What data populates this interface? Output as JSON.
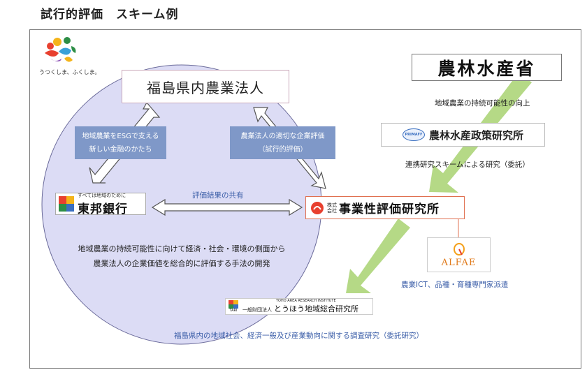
{
  "page": {
    "title": "試行的評価　スキーム例"
  },
  "logo": {
    "tagline": "うつくしま、ふくしま。"
  },
  "nodes": {
    "farm_corp": "福島県内農業法人",
    "maff": "農林水産省",
    "primaff": {
      "badge": "PRIMAFF",
      "name": "農林水産政策研究所"
    },
    "toho_bank": {
      "tagline": "すべては地域のために",
      "name": "東邦銀行"
    },
    "institute": {
      "kabushiki": "株式",
      "kaisha": "会社",
      "name": "事業性評価研究所"
    },
    "alfae": {
      "name": "ALFAE"
    },
    "tari": {
      "english": "TOHO AREA RESEARCH INSTITUTE",
      "badge": "TARI",
      "prefix": "一般財団法人",
      "name": "とうほう地域総合研究所"
    }
  },
  "boxes": {
    "esg_finance": [
      "地域農業をESGで支える",
      "新しい金融のかたち"
    ],
    "evaluation": [
      "農業法人の適切な企業評価",
      "（試行的評価）"
    ]
  },
  "labels": {
    "sustainability": "地域農業の持続可能性の向上",
    "collab_research": "連携研究スキームによる研究（委託）",
    "shared_results": "評価結果の共有",
    "dev_line1": "地域農業の持続可能性に向けて経済・社会・環境の側面から",
    "dev_line2": "農業法人の企業価値を総合的に評価する手法の開発",
    "alfae_caption": "農業ICT、品種・育種専門家派遣",
    "tari_caption": "福島県内の地域社会、経済一般及び産業動向に関する調査研究（委託研究）"
  },
  "colors": {
    "circle": "#dcdcf5",
    "blue_box": "#7f98c8",
    "green_arrow": "#b5d986",
    "link_text": "#3b5ea8",
    "institute_border": "#e07050"
  }
}
